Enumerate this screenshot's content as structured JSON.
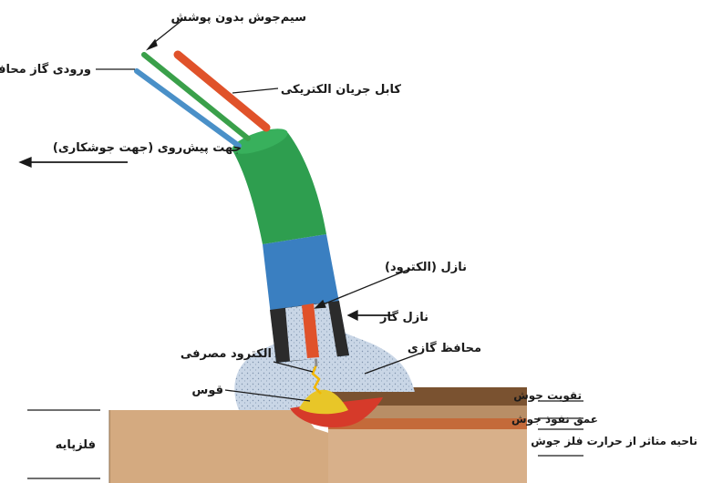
{
  "labels": {
    "bare_wire": "سیم‌جوش بدون پوشش",
    "gas_inlet": "ورودی گاز محافظ",
    "power_cable": "کابل جریان الکتریکی",
    "travel_direction": "جهت پیش‌روی (جهت جوشکاری)",
    "nozzle_electrode": "نازل (الکترود)",
    "gas_nozzle": "نازل گاز",
    "shielding_gas": "محافظ گازی",
    "consumable_electrode": "الکترود مصرفی",
    "arc": "قوس",
    "weld_reinforcement": "تقویت جوش",
    "penetration_depth": "عمق نفوذ جوش",
    "haz": "ناحیه متاثر از حرارت فلز جوش",
    "base_metal": "فلزپایه"
  },
  "colors": {
    "hose_green": "#2e9e4f",
    "nozzle_blue": "#3a7fc1",
    "wire_red": "#e0522a",
    "wire_green": "#3aa04a",
    "wire_blue": "#4a90c8",
    "gas_cloud": "#c9d6e6",
    "base_metal": "#d7ae86",
    "weld_pool": "#e8c628",
    "haz_red": "#d63a2a"
  }
}
